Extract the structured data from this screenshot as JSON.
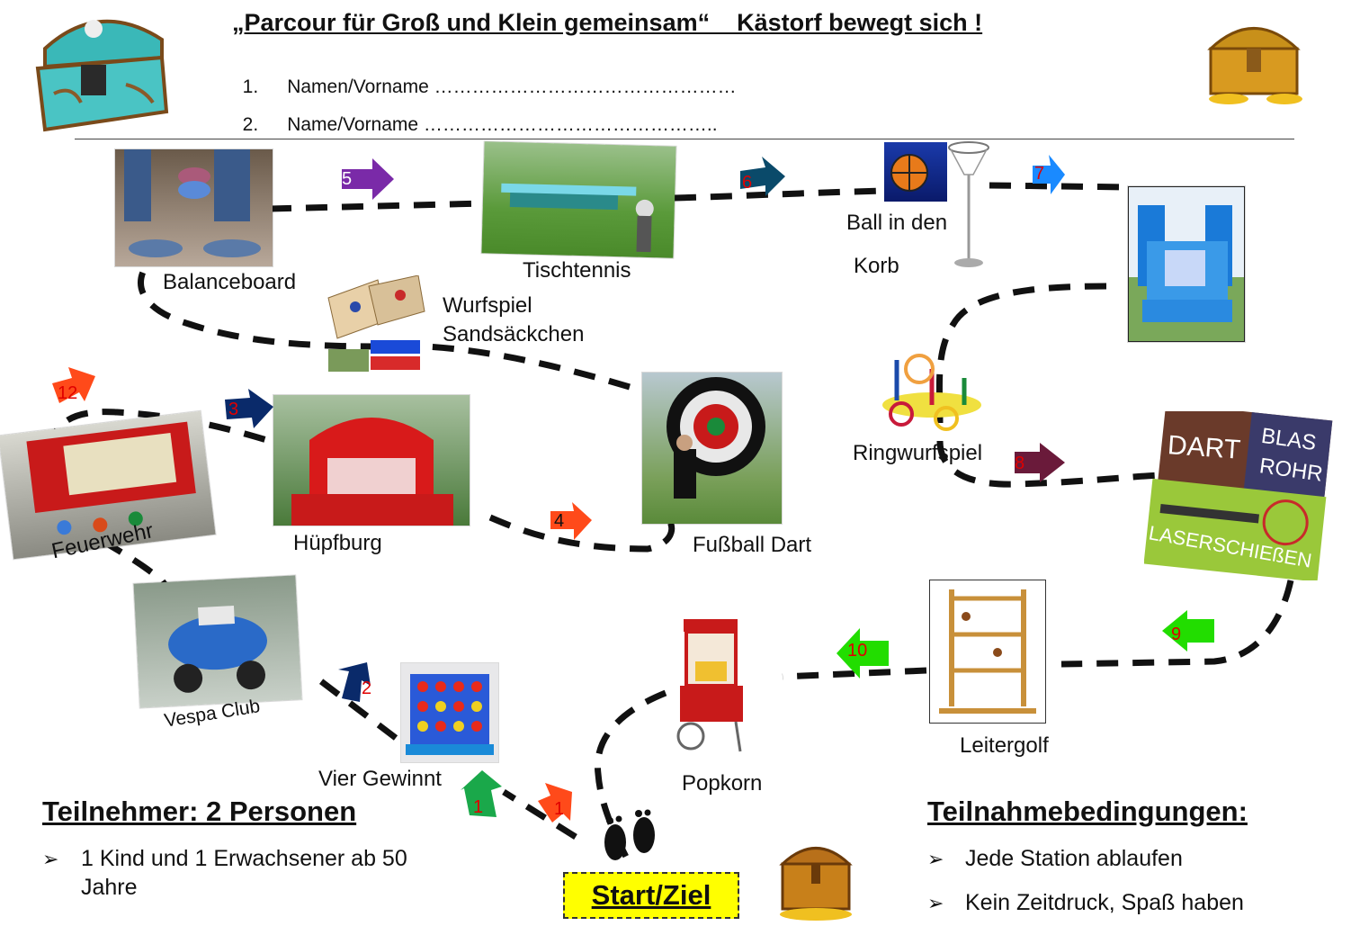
{
  "header": {
    "title": "„Parcour für Groß und Klein gemeinsam“    Kästorf bewegt sich !",
    "name_lines": [
      {
        "num": "1.",
        "text": "Namen/Vorname …………………………………………"
      },
      {
        "num": "2.",
        "text": "Name/Vorname ……………………………………….."
      }
    ]
  },
  "stations": {
    "balanceboard": "Balanceboard",
    "tischtennis": "Tischtennis",
    "ball_line1": "Ball in den",
    "ball_line2": "Korb",
    "wurfspiel_line1": "Wurfspiel",
    "wurfspiel_line2": "Sandsäckchen",
    "ringwurfspiel": "Ringwurfspiel",
    "hupfburg": "Hüpfburg",
    "fussball_dart": "Fußball Dart",
    "feuerwehr": "Feuerwehr",
    "vespa": "Vespa Club",
    "vier_gewinnt": "Vier Gewinnt",
    "popkorn": "Popkorn",
    "leitergolf": "Leitergolf"
  },
  "shooting_sign": {
    "dart": "DART",
    "blas": "BLAS",
    "rohr": "ROHR",
    "laser": "LASERSCHIEßEN"
  },
  "arrows": [
    {
      "num": "1",
      "color": "#1aa84a"
    },
    {
      "num": "1",
      "color": "#ff4a1a"
    },
    {
      "num": "2",
      "color": "#0a2a6a"
    },
    {
      "num": "3",
      "color": "#0a2a6a"
    },
    {
      "num": "4",
      "color": "#ff4a1a"
    },
    {
      "num": "5",
      "color": "#7a2aa8"
    },
    {
      "num": "6",
      "color": "#0a4a6a"
    },
    {
      "num": "7",
      "color": "#1a8aff"
    },
    {
      "num": "8",
      "color": "#6a1a3a"
    },
    {
      "num": "9",
      "color": "#22dd00"
    },
    {
      "num": "10",
      "color": "#22dd00"
    },
    {
      "num": "12",
      "color": "#ff4a1a"
    }
  ],
  "teilnehmer": {
    "heading": "Teilnehmer: 2 Personen",
    "bullet_line1": "1 Kind und 1 Erwachsener ab 50",
    "bullet_line2": "Jahre"
  },
  "bedingungen": {
    "heading": "Teilnahmebedingungen:",
    "items": [
      "Jede Station ablaufen",
      "Kein Zeitdruck, Spaß haben"
    ]
  },
  "start": "Start/Ziel",
  "icons": {
    "bullet": "arrowhead-bullet-icon",
    "treasure": "treasure-chest-icon",
    "footprints": "footprints-icon"
  }
}
